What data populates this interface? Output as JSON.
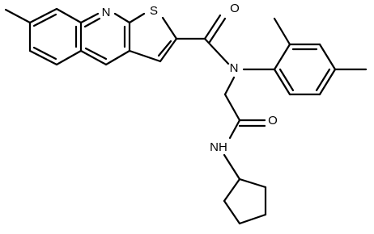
{
  "molecule": {
    "atom_labels": {
      "ring_nitrogen": "N",
      "sulfur": "S",
      "amide_oxygen_upper": "O",
      "amide_nitrogen_tertiary": "N",
      "amide_oxygen_lower": "O",
      "amide_nh": "NH"
    }
  }
}
